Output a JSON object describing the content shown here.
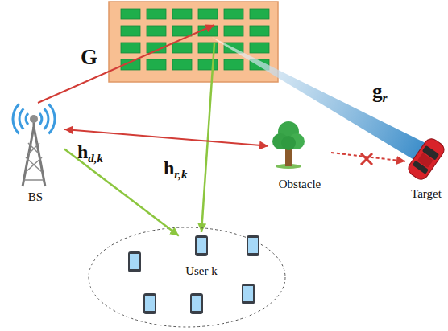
{
  "diagram": {
    "nodes": [
      {
        "text": [
          "BS"
        ]
      },
      {
        "text": [
          "Obstacle"
        ]
      },
      {
        "text": [
          "Target"
        ]
      },
      {
        "text": [
          "User k"
        ]
      }
    ],
    "edges": [
      {
        "from": 0,
        "to": 3,
        "label": "hd,k",
        "arrow": "to"
      },
      {
        "from": 0,
        "to": 1,
        "arrow": "both"
      },
      {
        "from": 1,
        "to": 2,
        "arrow": "to"
      }
    ],
    "labels": [
      "G",
      "gr",
      "hr,k"
    ]
  }
}
